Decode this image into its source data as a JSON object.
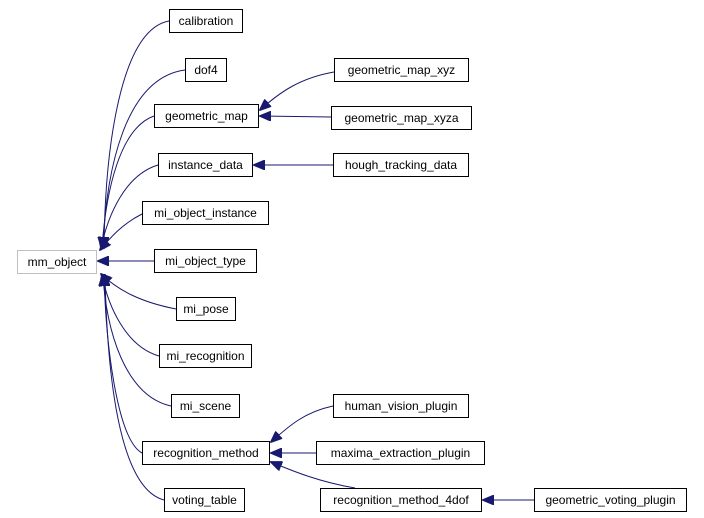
{
  "root": {
    "id": "mm_object",
    "label": "mm_object"
  },
  "nodes": [
    {
      "id": "calibration",
      "label": "calibration"
    },
    {
      "id": "dof4",
      "label": "dof4"
    },
    {
      "id": "geometric_map",
      "label": "geometric_map"
    },
    {
      "id": "geometric_map_xyz",
      "label": "geometric_map_xyz"
    },
    {
      "id": "geometric_map_xyza",
      "label": "geometric_map_xyza"
    },
    {
      "id": "instance_data",
      "label": "instance_data"
    },
    {
      "id": "hough_tracking_data",
      "label": "hough_tracking_data"
    },
    {
      "id": "mi_object_instance",
      "label": "mi_object_instance"
    },
    {
      "id": "mi_object_type",
      "label": "mi_object_type"
    },
    {
      "id": "mi_pose",
      "label": "mi_pose"
    },
    {
      "id": "mi_recognition",
      "label": "mi_recognition"
    },
    {
      "id": "mi_scene",
      "label": "mi_scene"
    },
    {
      "id": "recognition_method",
      "label": "recognition_method"
    },
    {
      "id": "human_vision_plugin",
      "label": "human_vision_plugin"
    },
    {
      "id": "maxima_extraction_plugin",
      "label": "maxima_extraction_plugin"
    },
    {
      "id": "recognition_method_4dof",
      "label": "recognition_method_4dof"
    },
    {
      "id": "geometric_voting_plugin",
      "label": "geometric_voting_plugin"
    },
    {
      "id": "voting_table",
      "label": "voting_table"
    }
  ],
  "edges": [
    {
      "from": "calibration",
      "to": "mm_object"
    },
    {
      "from": "dof4",
      "to": "mm_object"
    },
    {
      "from": "geometric_map",
      "to": "mm_object"
    },
    {
      "from": "instance_data",
      "to": "mm_object"
    },
    {
      "from": "mi_object_instance",
      "to": "mm_object"
    },
    {
      "from": "mi_object_type",
      "to": "mm_object"
    },
    {
      "from": "mi_pose",
      "to": "mm_object"
    },
    {
      "from": "mi_recognition",
      "to": "mm_object"
    },
    {
      "from": "mi_scene",
      "to": "mm_object"
    },
    {
      "from": "recognition_method",
      "to": "mm_object"
    },
    {
      "from": "voting_table",
      "to": "mm_object"
    },
    {
      "from": "geometric_map_xyz",
      "to": "geometric_map"
    },
    {
      "from": "geometric_map_xyza",
      "to": "geometric_map"
    },
    {
      "from": "hough_tracking_data",
      "to": "instance_data"
    },
    {
      "from": "human_vision_plugin",
      "to": "recognition_method"
    },
    {
      "from": "maxima_extraction_plugin",
      "to": "recognition_method"
    },
    {
      "from": "recognition_method_4dof",
      "to": "recognition_method"
    },
    {
      "from": "geometric_voting_plugin",
      "to": "recognition_method_4dof"
    }
  ],
  "colors": {
    "edge": "#191970",
    "node_border": "#000000",
    "root_border": "#bfbfbf",
    "background": "#ffffff"
  }
}
